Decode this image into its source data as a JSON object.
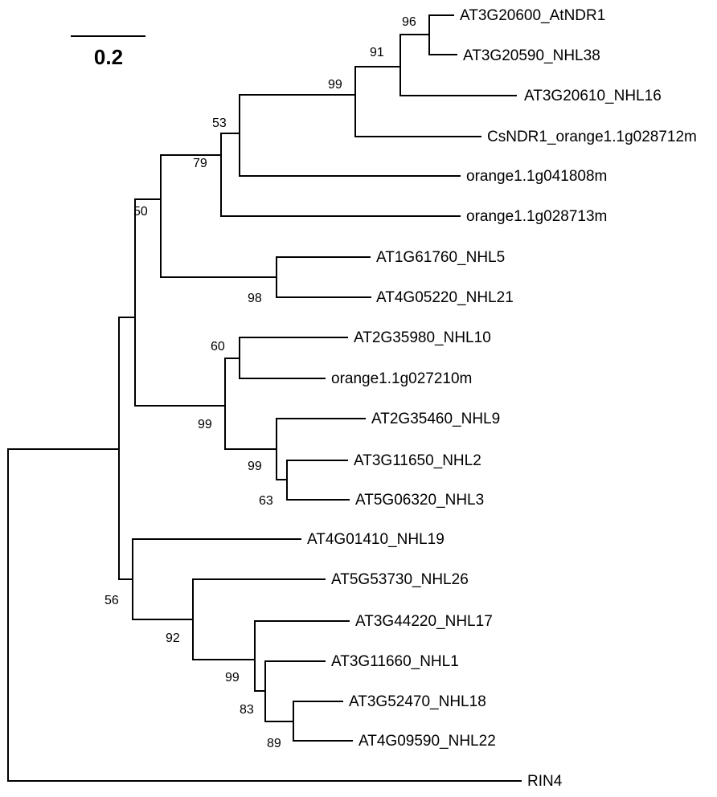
{
  "scale_bar": {
    "label": "0.2"
  },
  "taxa": [
    "AT3G20600_AtNDR1",
    "AT3G20590_NHL38",
    "AT3G20610_NHL16",
    "CsNDR1_orange1.1g028712m",
    "orange1.1g041808m",
    "orange1.1g028713m",
    "AT1G61760_NHL5",
    "AT4G05220_NHL21",
    "AT2G35980_NHL10",
    "orange1.1g027210m",
    "AT2G35460_NHL9",
    "AT3G11650_NHL2",
    "AT5G06320_NHL3",
    "AT4G01410_NHL19",
    "AT5G53730_NHL26",
    "AT3G44220_NHL17",
    "AT3G11660_NHL1",
    "AT3G52470_NHL18",
    "AT4G09590_NHL22",
    "RIN4"
  ],
  "support_values": [
    "96",
    "91",
    "99",
    "53",
    "79",
    "50",
    "98",
    "60",
    "99",
    "99",
    "63",
    "56",
    "92",
    "99",
    "83",
    "89"
  ]
}
